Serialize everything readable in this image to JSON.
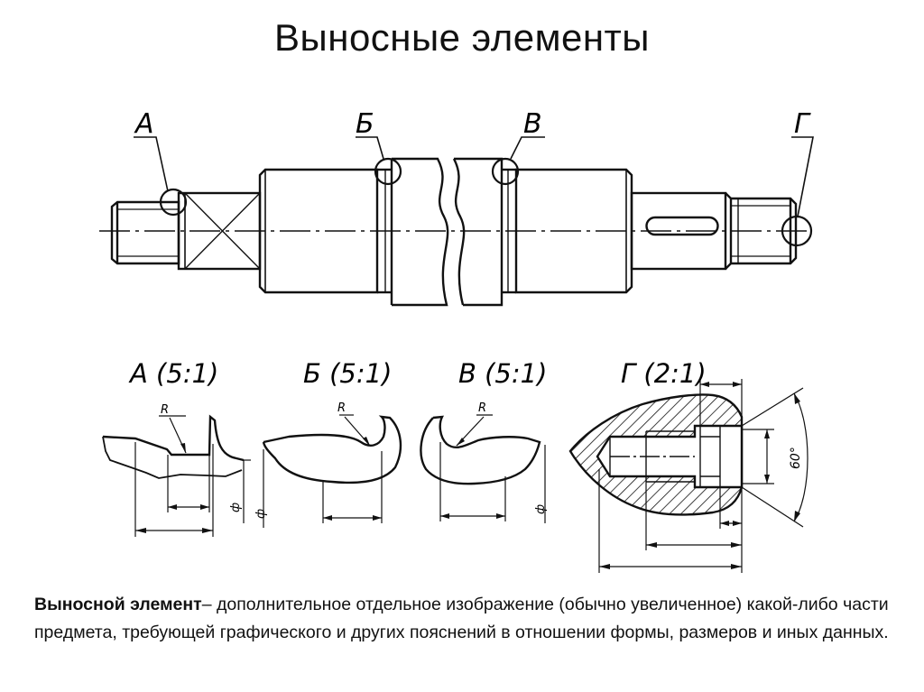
{
  "title": "Выносные элементы",
  "labels": {
    "a": "А",
    "b": "Б",
    "v": "В",
    "g": "Г",
    "view_a": "А (5:1)",
    "view_b": "Б (5:1)",
    "view_v": "В (5:1)",
    "view_g": "Г (2:1)",
    "radius": "R",
    "angle": "60°",
    "diameter": "ф"
  },
  "definition": {
    "term": "Выносной элемент",
    "text": "– дополнительное отдельное изображение (обычно увеличенное) какой-либо части предмета, требующей графического и других пояснений в отношении формы, размеров и иных данных."
  }
}
